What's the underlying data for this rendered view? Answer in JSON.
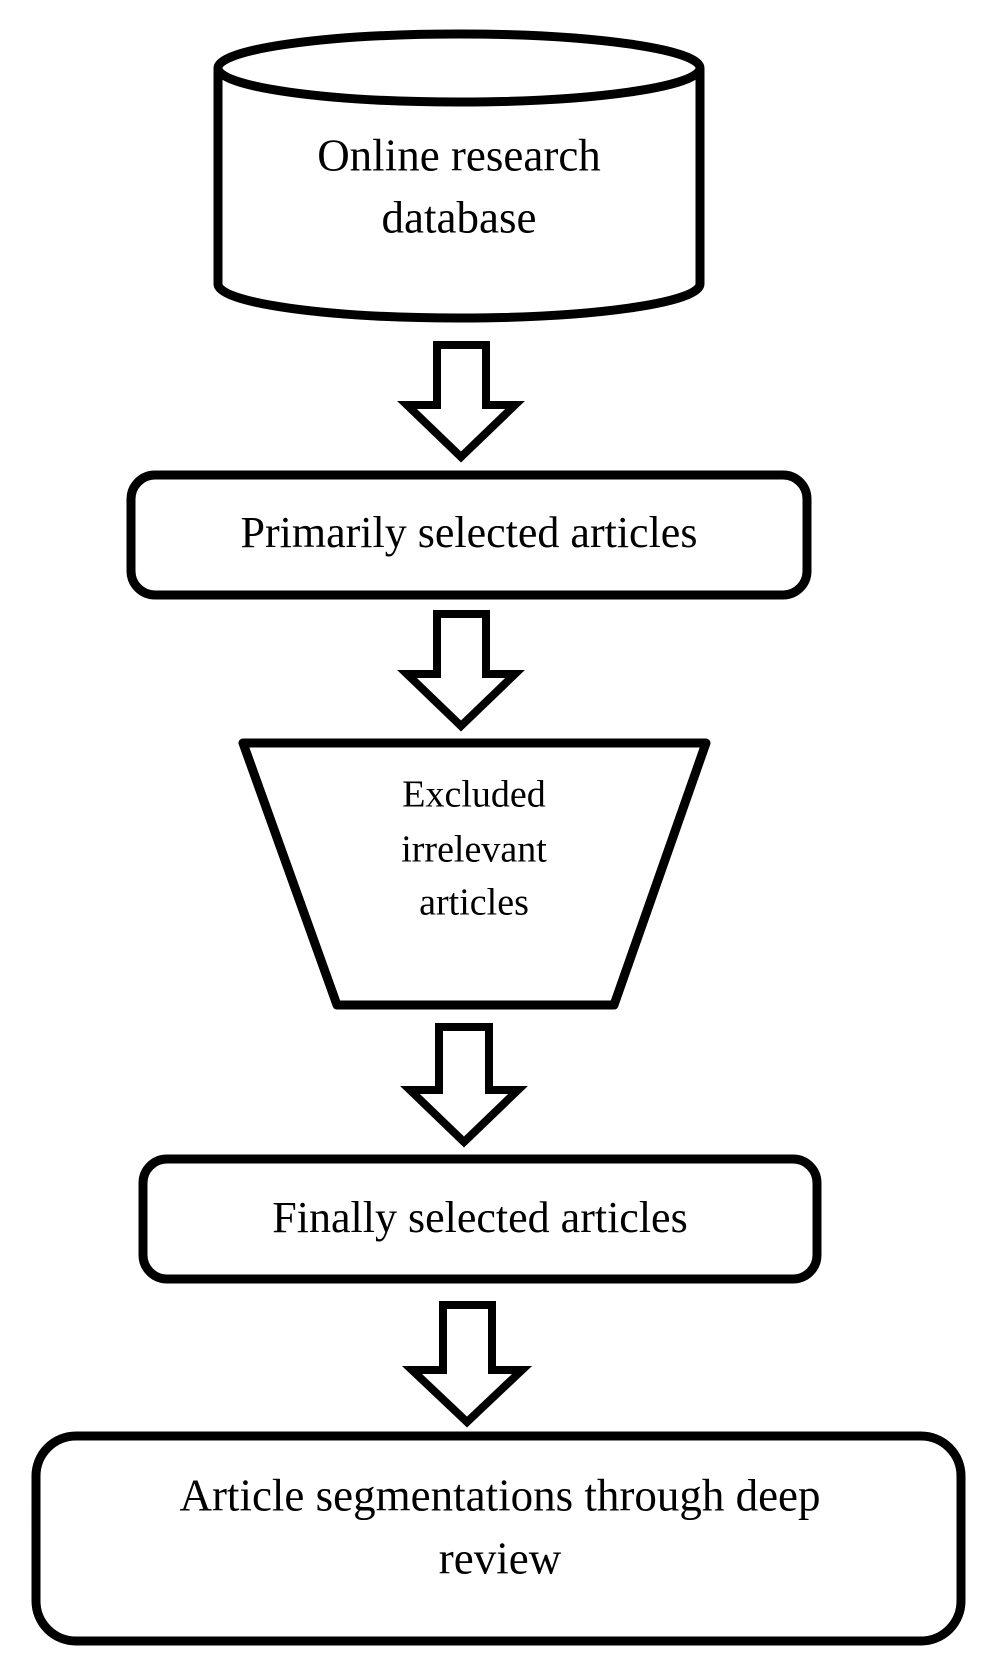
{
  "flowchart": {
    "database": {
      "line1": "Online research",
      "line2": "database"
    },
    "primary": {
      "label": "Primarily selected articles"
    },
    "excluded": {
      "line1": "Excluded",
      "line2": "irrelevant",
      "line3": "articles"
    },
    "final": {
      "label": "Finally selected articles"
    },
    "review": {
      "line1": "Article segmentations through deep",
      "line2": "review"
    }
  }
}
